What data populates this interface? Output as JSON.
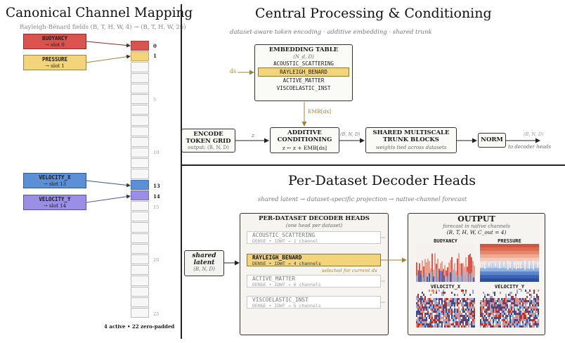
{
  "left": {
    "title": "Canonical Channel Mapping",
    "subtitle": "Rayleigh-Bénard fields  (B, T, H, W, 4)  →  (B, T, H, W, 26)",
    "fields": [
      {
        "name": "BUOYANCY",
        "slot": "→ slot 0",
        "color": "#d9534f"
      },
      {
        "name": "PRESSURE",
        "slot": "→ slot 1",
        "color": "#f2d47a"
      },
      {
        "name": "VELOCITY_X",
        "slot": "→ slot 13",
        "color": "#5b8fd6"
      },
      {
        "name": "VELOCITY_Y",
        "slot": "→ slot 14",
        "color": "#9a8ee6"
      }
    ],
    "slot_labels": {
      "s0": "0",
      "s1": "1",
      "s5": "5",
      "s10": "10",
      "s13": "13",
      "s14": "14",
      "s15": "15",
      "s20": "20",
      "s25": "25"
    },
    "footer": "4 active  •  22 zero-padded"
  },
  "central": {
    "title": "Central Processing & Conditioning",
    "subtitle": "dataset-aware token encoding · additive embedding · shared trunk",
    "embedding": {
      "title": "EMBEDDING TABLE",
      "shape": "(N_d, D)",
      "rows": [
        "ACOUSTIC_SCATTERING",
        "RAYLEIGH_BENARD",
        "ACTIVE_MATTER",
        "VISCOELASTIC_INST"
      ]
    },
    "ds_label": "ds",
    "emb_label": "EMB[ds]",
    "encode": {
      "title1": "ENCODE",
      "title2": "TOKEN GRID",
      "output": "output: (B, N, D)"
    },
    "z_label": "z",
    "additive": {
      "title1": "ADDITIVE",
      "title2": "CONDITIONING",
      "formula": "z ← z + EMB[ds]"
    },
    "bnd1": "(B, N, D)",
    "trunk": {
      "title1": "SHARED MULTISCALE",
      "title2": "TRUNK BLOCKS",
      "note": "weights tied across datasets"
    },
    "norm": "NORM",
    "bnd2": "(B, N, D)",
    "to_decoder": "to decoder heads"
  },
  "decoder": {
    "title": "Per-Dataset Decoder Heads",
    "subtitle": "shared latent  →  dataset-specific projection  →  native-channel forecast",
    "latent": {
      "title1": "shared",
      "title2": "latent",
      "shape": "(B, N, D)"
    },
    "heads_title": "PER-DATASET DECODER HEADS",
    "heads_sub": "(one head per dataset)",
    "heads": [
      {
        "name": "ACOUSTIC_SCATTERING",
        "desc": "DENSE • IDWT → 1 channel"
      },
      {
        "name": "RAYLEIGH_BENARD",
        "desc": "DENSE • IDWT → 4 channels"
      },
      {
        "name": "ACTIVE_MATTER",
        "desc": "DENSE • IDWT → 6 channels"
      },
      {
        "name": "VISCOELASTIC_INST",
        "desc": "DENSE • IDWT → 5 channels"
      }
    ],
    "selected_note": "selected for current ds",
    "output": {
      "title": "OUTPUT",
      "sub": "forecast in native channels",
      "shape": "(B, T, H, W, C_out = 4)",
      "panels": [
        "BUOYANCY",
        "PRESSURE",
        "VELOCITY_X",
        "VELOCITY_Y"
      ]
    }
  }
}
